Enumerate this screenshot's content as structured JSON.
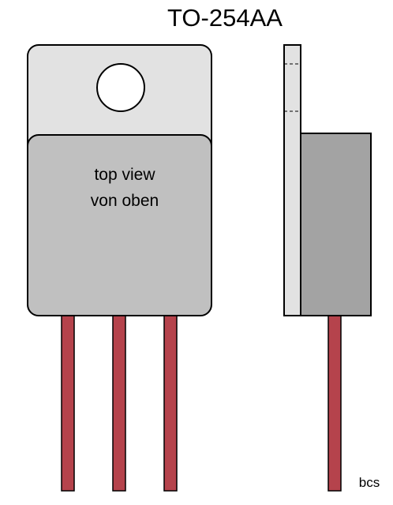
{
  "title": "TO-254AA",
  "front_view": {
    "label_line1": "top view",
    "label_line2": "von oben",
    "leads": 3
  },
  "side_view": {
    "leads": 1
  },
  "credit": "bcs",
  "colors": {
    "tab": "#e2e2e2",
    "body_front": "#c0c0c0",
    "body_side": "#a3a3a3",
    "lead": "#b5434c",
    "outline": "#000000",
    "hole": "#ffffff"
  }
}
